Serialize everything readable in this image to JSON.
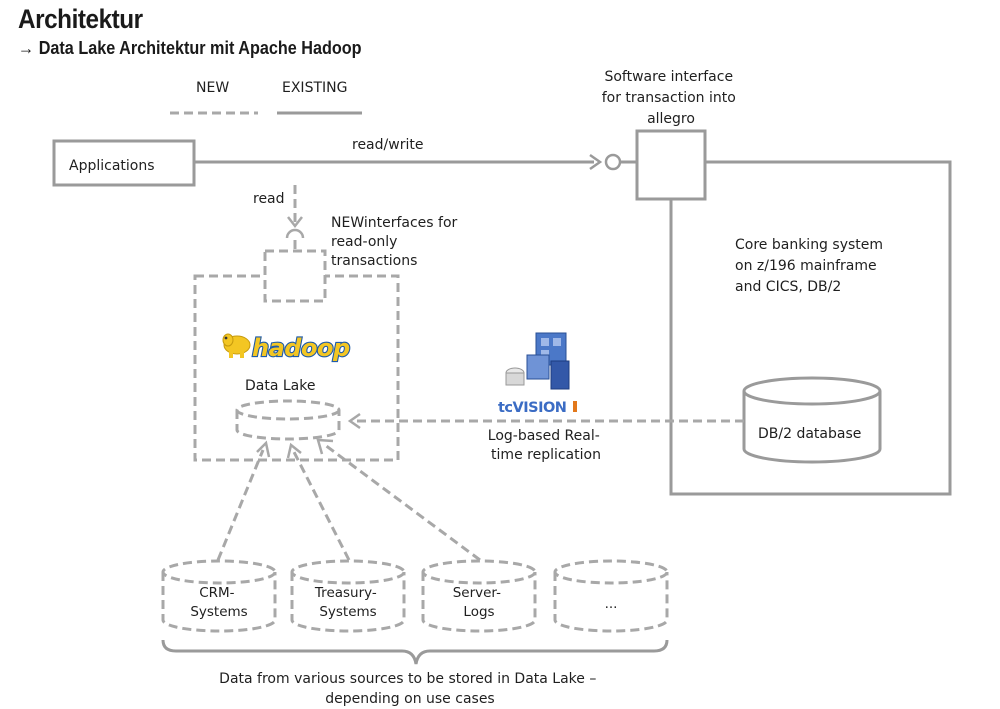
{
  "header": {
    "title": "Architektur",
    "subtitle": "→ Data Lake Architektur mit Apache Hadoop"
  },
  "legend": {
    "new_label": "NEW",
    "existing_label": "EXISTING"
  },
  "nodes": {
    "applications": "Applications",
    "software_interface": [
      "Software interface",
      "for  transaction into",
      "allegro"
    ],
    "core_banking": [
      "Core banking system",
      "on z/196 mainframe",
      "and CICS, DB/2"
    ],
    "db2_database": "DB/2 database",
    "new_interfaces": [
      "NEWinterfaces for",
      "read-only",
      "transactions"
    ],
    "hadoop_logo": "hadoop",
    "data_lake": "Data Lake",
    "tcvision_logo": "tcVISION",
    "replication": [
      "Log-based Real-",
      "time replication"
    ],
    "sources": [
      [
        "CRM-",
        "Systems"
      ],
      [
        "Treasury-",
        "Systems"
      ],
      [
        "Server-",
        "Logs"
      ],
      [
        "..."
      ]
    ],
    "footer_note": [
      "Data from various sources to be stored in Data Lake –",
      "depending on use cases"
    ]
  },
  "edges": {
    "read_write": "read/write",
    "read": "read"
  },
  "colors": {
    "line": "#9a9a9a",
    "dashed_line": "#a8a8a8",
    "hadoop_yellow": "#f3c623",
    "hadoop_blue": "#1e5aa8",
    "tcvision_blue": "#3b6cc4",
    "tcvision_orange": "#e2781b"
  }
}
